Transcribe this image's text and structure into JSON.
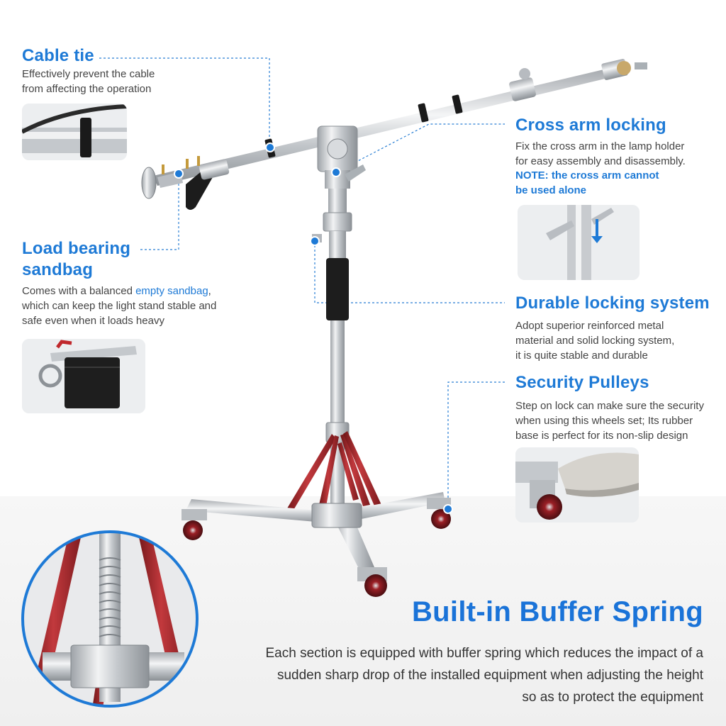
{
  "callouts": {
    "cable_tie": {
      "title": "Cable tie",
      "desc_line1": "Effectively prevent the cable",
      "desc_line2": "from affecting the operation"
    },
    "load_bearing": {
      "title_line1": "Load bearing",
      "title_line2": "sandbag",
      "desc_line1_pre": "Comes with a balanced ",
      "desc_line1_hl": "empty sandbag",
      "desc_line1_post": ",",
      "desc_line2": "which can keep the light stand stable and",
      "desc_line3": "safe even when it loads heavy"
    },
    "cross_arm": {
      "title": "Cross arm locking",
      "desc_line1": "Fix the cross arm in the lamp holder",
      "desc_line2": "for easy assembly and disassembly.",
      "note_line1": "NOTE: the cross arm cannot",
      "note_line2": "be used alone"
    },
    "durable": {
      "title": "Durable locking system",
      "desc_line1": "Adopt superior reinforced metal",
      "desc_line2": "material and solid locking system,",
      "desc_line3": "it is quite stable and durable"
    },
    "pulleys": {
      "title": "Security Pulleys",
      "desc_line1": "Step on lock can make sure the security",
      "desc_line2": "when using this wheels set; Its rubber",
      "desc_line3": "base is perfect for its non-slip design"
    }
  },
  "buffer": {
    "title": "Built-in Buffer Spring",
    "desc_line1": "Each section is equipped with buffer spring which reduces the impact of a",
    "desc_line2": "sudden sharp drop of  the installed equipment when adjusting the height",
    "desc_line3": "so as to protect the equipment"
  },
  "colors": {
    "accent": "#1e7ad6",
    "chrome": "#c9ccd0",
    "red_leg": "#a3262a",
    "rubber": "#1c1c1c"
  }
}
